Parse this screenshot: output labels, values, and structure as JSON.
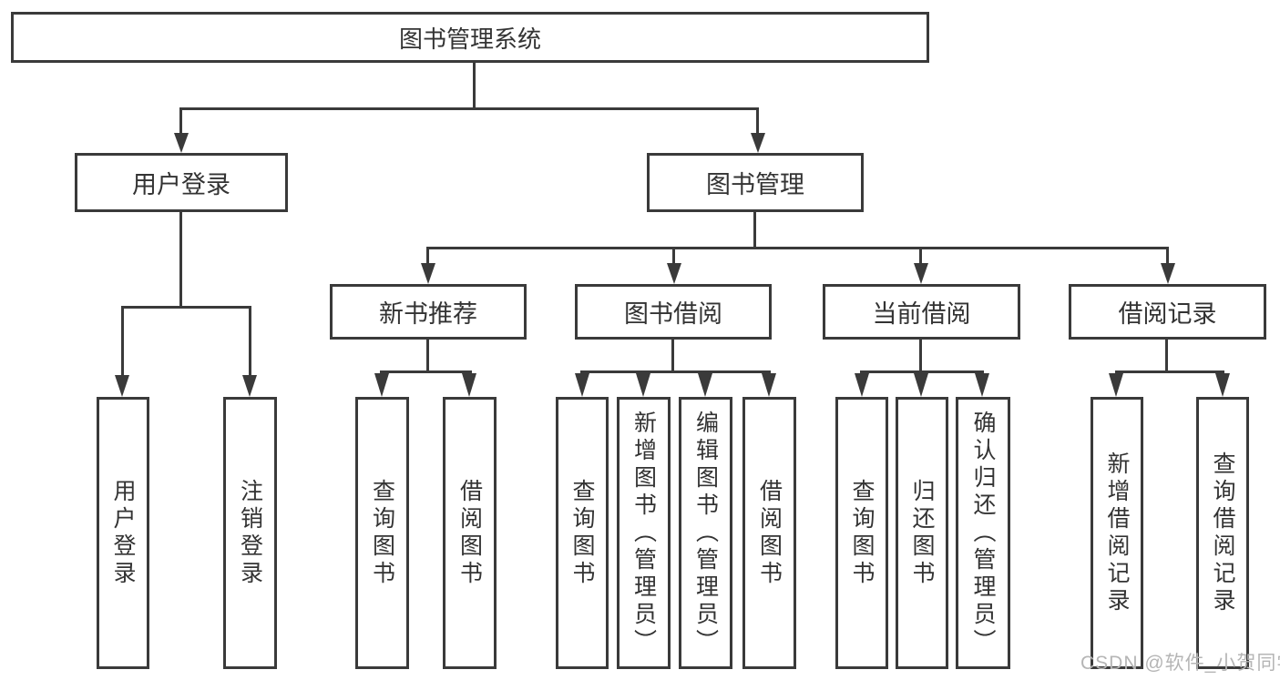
{
  "diagram": {
    "root": {
      "label": "图书管理系统"
    },
    "level2": [
      {
        "label": "用户登录"
      },
      {
        "label": "图书管理"
      }
    ],
    "level3": [
      {
        "label": "新书推荐"
      },
      {
        "label": "图书借阅"
      },
      {
        "label": "当前借阅"
      },
      {
        "label": "借阅记录"
      }
    ],
    "leaves": {
      "userLogin": [
        "用户登录",
        "注销登录"
      ],
      "newBookRec": [
        "查询图书",
        "借阅图书"
      ],
      "bookBorrow": [
        "查询图书",
        "新增图书（管理员）",
        "编辑图书（管理员）",
        "借阅图书"
      ],
      "currentBorrow": [
        "查询图书",
        "归还图书",
        "确认归还（管理员）"
      ],
      "borrowRecord": [
        "新增借阅记录",
        "查询借阅记录"
      ]
    },
    "watermark": "CSDN @软件_小贺同学",
    "colors": {
      "line": "#3a3a3a",
      "text": "#333333",
      "background": "#ffffff",
      "watermark": "#b5b5b5"
    }
  }
}
